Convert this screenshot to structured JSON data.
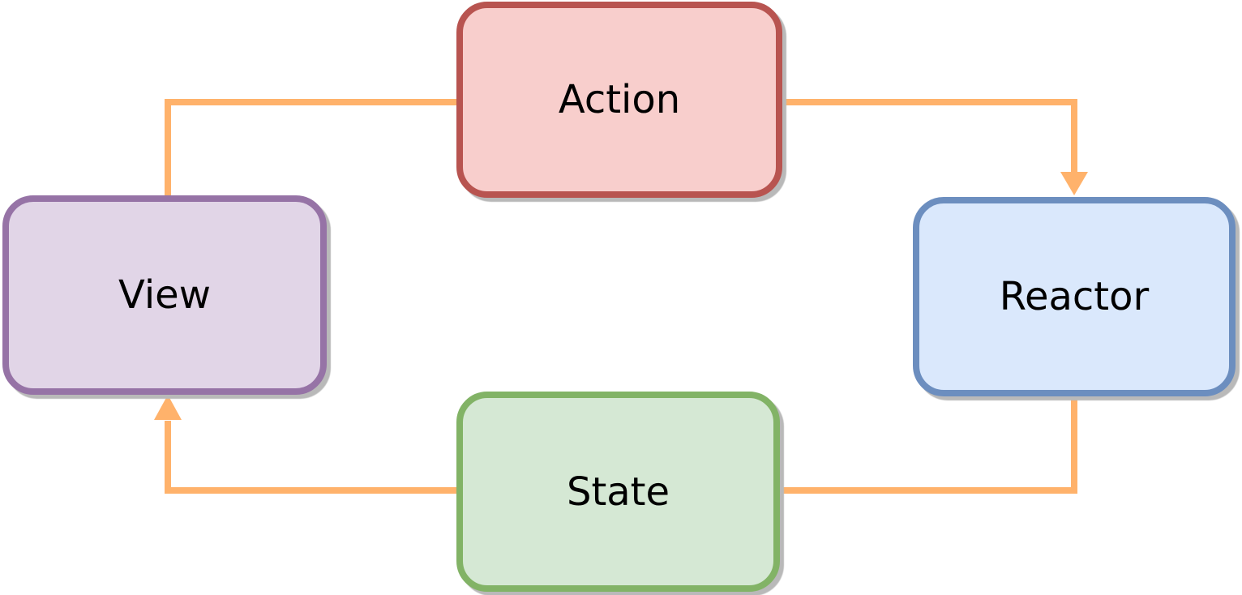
{
  "nodes": {
    "action": {
      "label": "Action"
    },
    "reactor": {
      "label": "Reactor"
    },
    "state": {
      "label": "State"
    },
    "view": {
      "label": "View"
    }
  },
  "connectors": [
    {
      "from": "View",
      "to": "Action",
      "arrowhead": false
    },
    {
      "from": "Action",
      "to": "Reactor",
      "arrowhead": true
    },
    {
      "from": "Reactor",
      "to": "State",
      "arrowhead": false
    },
    {
      "from": "State",
      "to": "View",
      "arrowhead": true
    }
  ],
  "colors": {
    "arrow": "#ffb26b",
    "label": "#000000",
    "shadow": "#b9b9b9",
    "action-fill": "#f8cecc",
    "action-stroke": "#b85450",
    "reactor-fill": "#dae8fc",
    "reactor-stroke": "#6c8ebf",
    "state-fill": "#d5e8d4",
    "state-stroke": "#82b366",
    "view-fill": "#e1d5e7",
    "view-stroke": "#9673a6"
  }
}
